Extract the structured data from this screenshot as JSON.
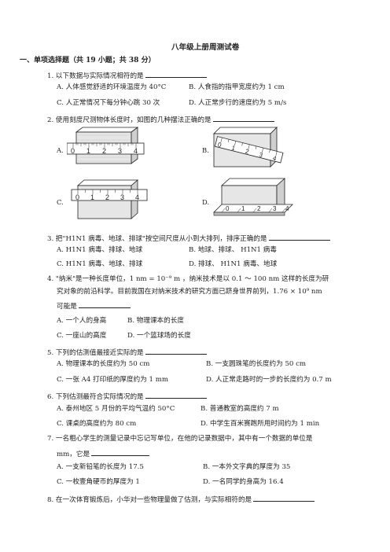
{
  "title": "八年级上册周测试卷",
  "section1": "一、单项选择题（共 19 小题；共 38 分）",
  "q1": {
    "stem": "1. 以下数据与实际情况相符的是",
    "A": "A. 人体感觉舒适的环境温度为  40°C",
    "B": "B. 人食指的指甲宽度约为  1 cm",
    "C": "C. 人正常情况下每分钟心跳  30  次",
    "D": "D. 人正常步行的速度约为  5 m/s"
  },
  "q2": {
    "stem": "2. 使用刻度尺测物体长度时，如图的几种摆法正确的是",
    "labels": [
      "A.",
      "B.",
      "C.",
      "D."
    ],
    "ticks": [
      "0",
      "1",
      "2",
      "3",
      "4"
    ]
  },
  "q3": {
    "stem": "3. 把\"H1N1  病毒、地球、排球\"按空间尺度从小到大排列，排序正确的是",
    "A": "A. H1N1  病毒、排球、地球",
    "B": "B. 地球、排球、  H1N1  病毒",
    "C": "C. H1N1  病毒、地球、排球",
    "D": "D. 排球、  H1N1  病毒、地球"
  },
  "q4": {
    "line1": "4. \"纳米\"是一种长度单位，1 nm = 10⁻⁹ m  ，纳米技术是以  0.1 ～ 100 nm    这样的长度为研",
    "line2": "究对象的前沿科学。目前我国在对纳米技术的研究方面已跻身世界前列，1.76 × 10⁹ nm",
    "line3": "可能是",
    "A": "A. 一个人的身高",
    "B": "B. 物理课本的长度",
    "C": "C. 一座山的高度",
    "D": "D. 一个篮球场的长度"
  },
  "q5": {
    "stem": "5. 下列的估测值最接近实际的是",
    "A": "A. 物理课本的长度约为  50 cm",
    "B": "B. 一支圆珠笔的长度约为  50 cm",
    "C": "C. 一张  A4  打印纸的厚度约为  1 mm",
    "D": "D. 人正常走路时的一步的长度约为  0.7 m"
  },
  "q6": {
    "stem": "6. 下列估测最符合实际情况的是",
    "A": "A. 泰州地区  5  月份的平均气温约  50°C",
    "B": "B. 普通教室的高度约  7 m",
    "C": "C. 课桌的高度约为  80 cm",
    "D": "D. 中学生百米赛跑所用时间约为  1 min"
  },
  "q7": {
    "line1": "7. 一名粗心学生的测量记录中忘记写单位，在他的记录数据中，其中有一个数据的单位是",
    "line2": "mm，它是",
    "A": "A. 一支新铅笔的长度为  17.5",
    "B": "B. 一本外文字典的厚度为  35",
    "C": "C. 一枚壹角硬币的厚度为  1",
    "D": "D. 一名同学的身高为  16.4"
  },
  "q8": {
    "stem": "8. 在一次体育锻炼后，小华对一些物理量做了估测，与实际相符的是"
  }
}
